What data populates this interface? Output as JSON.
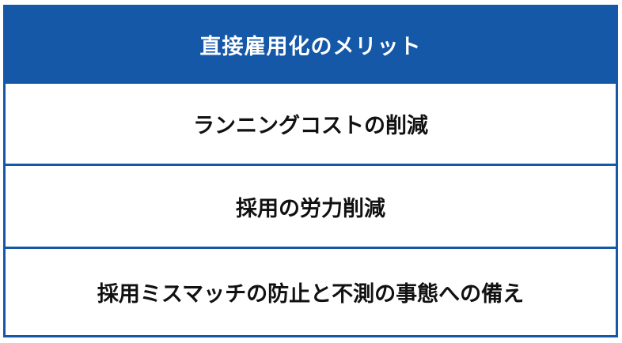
{
  "table": {
    "header": "直接雇用化のメリット",
    "rows": [
      {
        "label": "ランニングコストの削減"
      },
      {
        "label": "採用の労力削減"
      },
      {
        "label": "採用ミスマッチの防止と不測の事態への備え"
      }
    ]
  },
  "colors": {
    "accent": "#1558a8",
    "text": "#111111",
    "header_text": "#ffffff"
  }
}
